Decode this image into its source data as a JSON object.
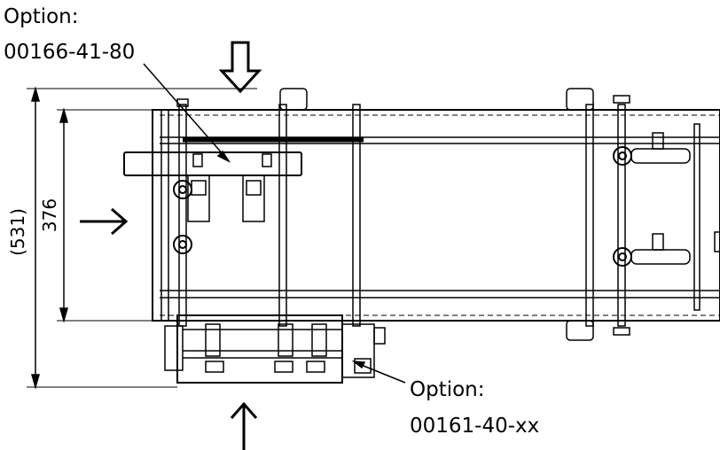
{
  "callouts": {
    "top": {
      "label": "Option:",
      "code": "00166-41-80"
    },
    "bottom": {
      "label": "Option:",
      "code": "00161-40-xx"
    }
  },
  "dimensions": {
    "overall": "(531)",
    "inner": "376"
  }
}
